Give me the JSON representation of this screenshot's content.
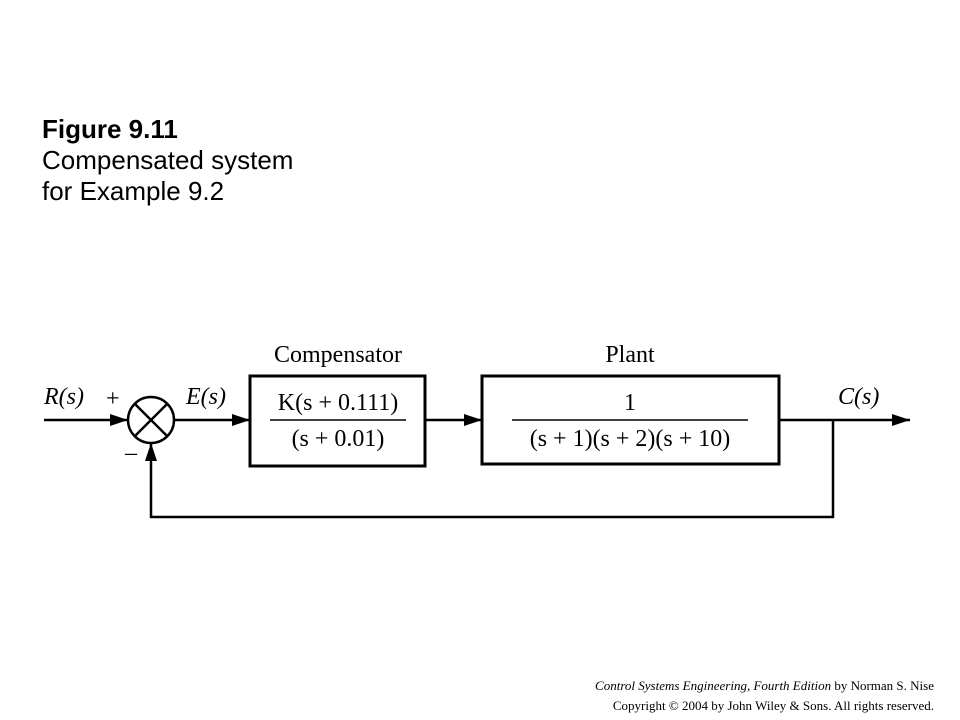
{
  "figure": {
    "title": "Figure 9.11",
    "caption_line1": "Compensated system",
    "caption_line2": "for Example 9.2"
  },
  "diagram": {
    "input_label": "R(s)",
    "plus_sign": "+",
    "minus_sign": "–",
    "error_label": "E(s)",
    "output_label": "C(s)",
    "compensator": {
      "label": "Compensator",
      "numerator": "K(s + 0.111)",
      "denominator": "(s + 0.01)"
    },
    "plant": {
      "label": "Plant",
      "numerator": "1",
      "denominator": "(s + 1)(s + 2)(s + 10)"
    }
  },
  "footer": {
    "book_title": "Control Systems Engineering, Fourth Edition",
    "author": " by Norman S. Nise",
    "copyright": "Copyright © 2004 by John Wiley  & Sons. All rights reserved."
  }
}
